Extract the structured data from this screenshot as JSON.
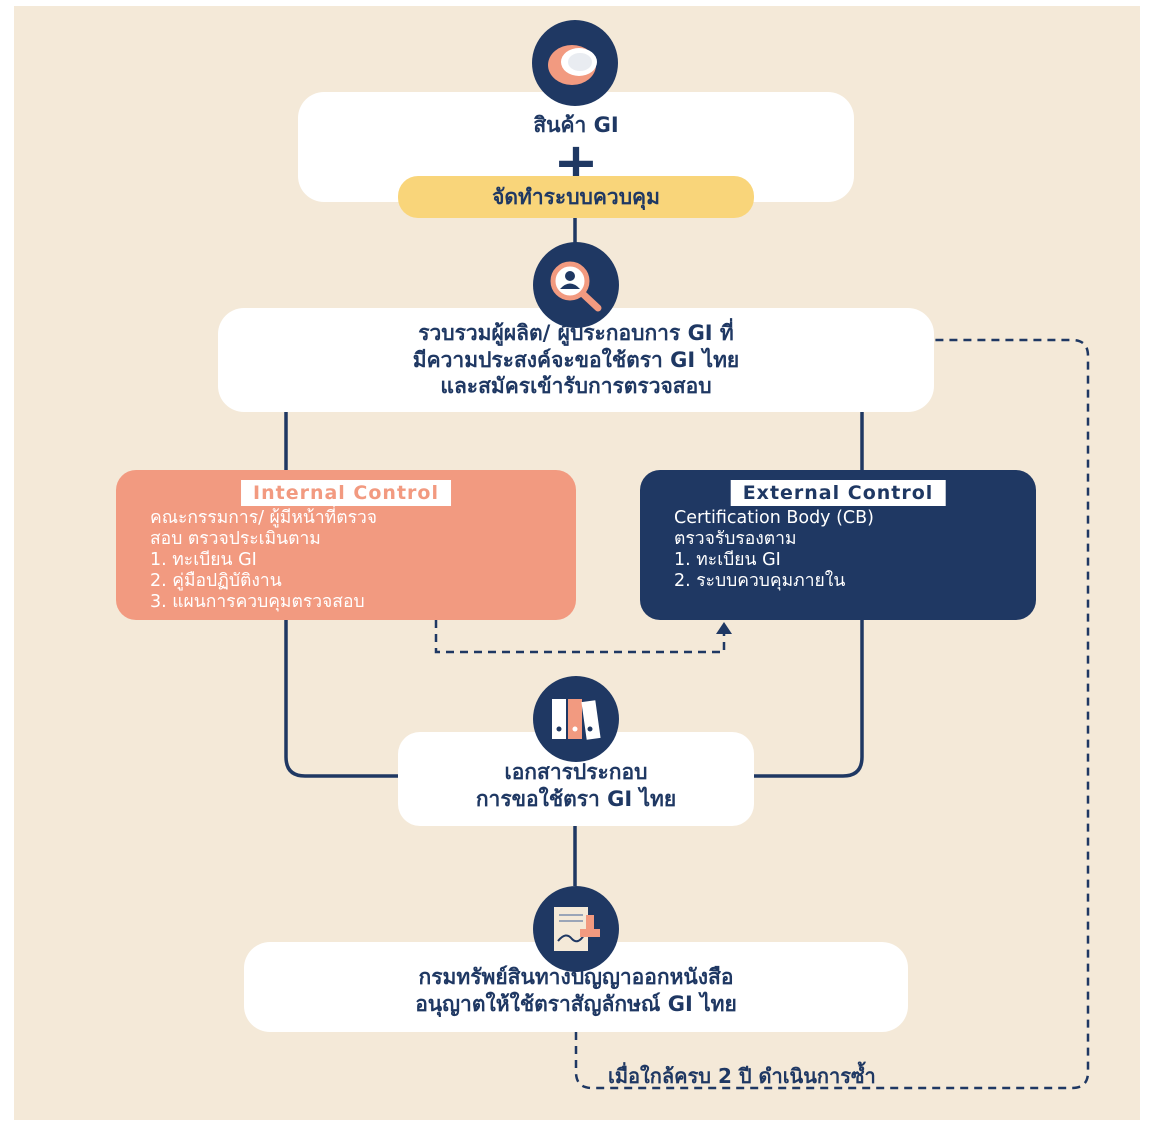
{
  "colors": {
    "background": "#f4e9d8",
    "navy": "#1f3863",
    "salmon": "#f29a80",
    "yellow": "#f9d57a",
    "white": "#ffffff"
  },
  "top": {
    "icon": "coconut-icon",
    "title": "สินค้า GI",
    "plus": "+",
    "pill": "จัดทำระบบควบคุม"
  },
  "gather": {
    "icon": "search-person-icon",
    "lines": [
      "รวบรวมผู้ผลิต/ ผู้ประกอบการ GI ที่",
      "มีความประสงค์จะขอใช้ตรา GI ไทย",
      "และสมัครเข้ารับการตรวจสอบ"
    ]
  },
  "internal": {
    "header": "Internal  Control",
    "lines": [
      "คณะกรรมการ/ ผู้มีหน้าที่ตรวจ",
      "สอบ ตรวจประเมินตาม",
      "1. ทะเบียน GI",
      "2. คู่มือปฏิบัติงาน",
      "3. แผนการควบคุมตรวจสอบ"
    ]
  },
  "external": {
    "header": "External  Control",
    "lines": [
      "Certification Body (CB)",
      "ตรวจรับรองตาม",
      "1. ทะเบียน GI",
      "2. ระบบควบคุมภายใน"
    ]
  },
  "documents": {
    "icon": "binders-icon",
    "lines": [
      "เอกสารประกอบ",
      "การขอใช้ตรา GI ไทย"
    ]
  },
  "license": {
    "icon": "certificate-stamp-icon",
    "lines": [
      "กรมทรัพย์สินทางปัญญาออกหนังสือ",
      "อนุญาตให้ใช้ตราสัญลักษณ์ GI ไทย"
    ]
  },
  "renew_note": "เมื่อใกล้ครบ 2 ปี ดำเนินการซ้ำ"
}
